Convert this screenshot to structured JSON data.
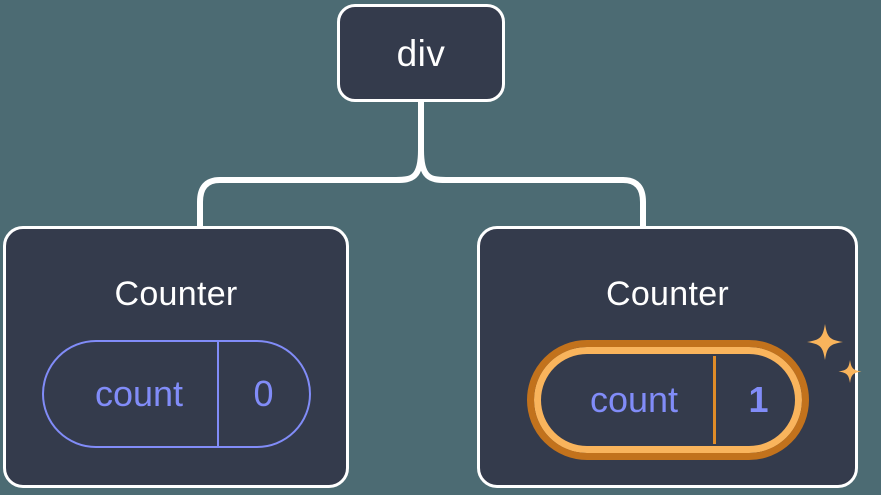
{
  "diagram": {
    "type": "component-tree",
    "background_color": "#4c6b73",
    "edge_color": "#ffffff",
    "nodes": [
      {
        "id": "root",
        "label": "div",
        "kind": "dom-element",
        "fill": "#343b4c",
        "border": "#ffffff"
      },
      {
        "id": "counter-left",
        "label": "Counter",
        "kind": "component",
        "fill": "#343b4c",
        "border": "#ffffff",
        "state": {
          "key": "count",
          "value": "0",
          "highlighted": false,
          "accent": "#818cf8"
        }
      },
      {
        "id": "counter-right",
        "label": "Counter",
        "kind": "component",
        "fill": "#343b4c",
        "border": "#ffffff",
        "state": {
          "key": "count",
          "value": "1",
          "highlighted": true,
          "accent": "#818cf8",
          "highlight_outer": "#c2721c",
          "highlight_inner": "#f9b45c",
          "sparkle_color": "#f9b45c"
        }
      }
    ],
    "edges": [
      {
        "from": "root",
        "to": "counter-left"
      },
      {
        "from": "root",
        "to": "counter-right"
      }
    ]
  }
}
